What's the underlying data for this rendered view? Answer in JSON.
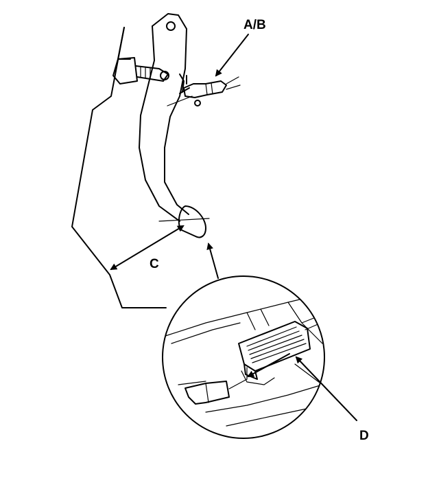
{
  "labels": {
    "ab": "A/B",
    "c": "C",
    "d": "D"
  }
}
